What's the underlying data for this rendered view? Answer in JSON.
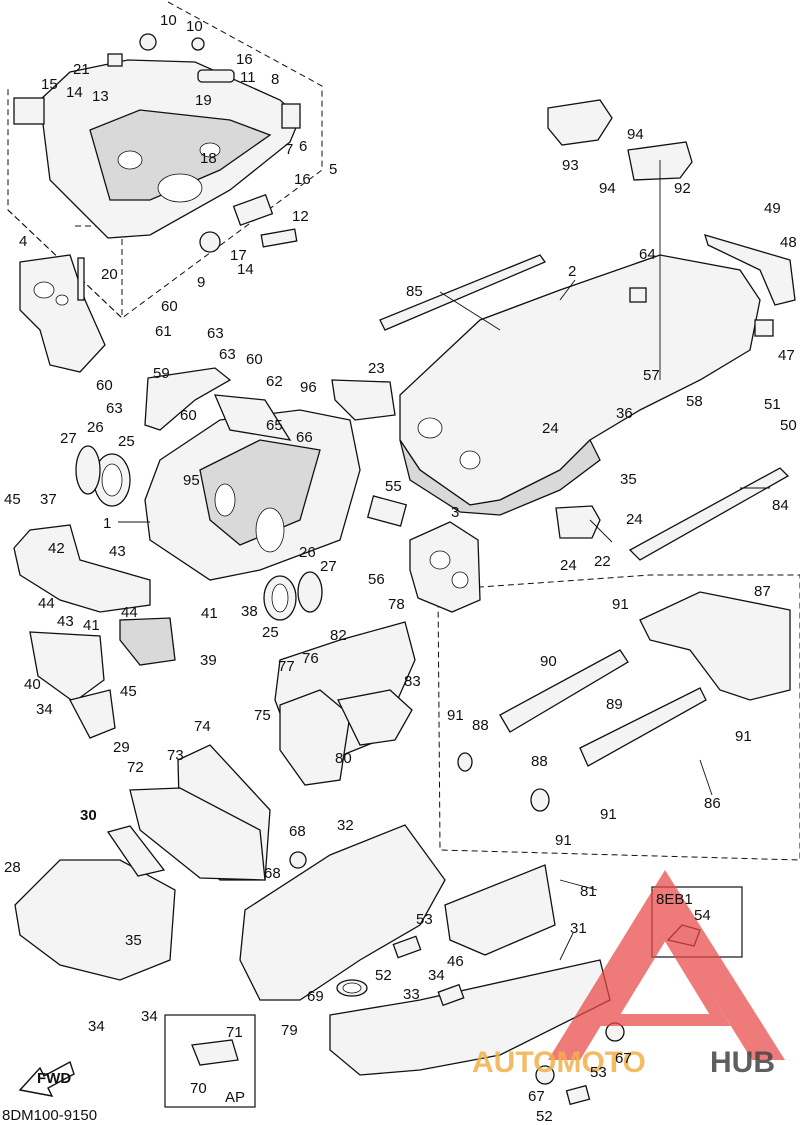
{
  "diagram": {
    "part_numbers": {
      "p1": "1",
      "p2": "2",
      "p3": "3",
      "p4": "4",
      "p5": "5",
      "p6": "6",
      "p7": "7",
      "p8": "8",
      "p9": "9",
      "p10a": "10",
      "p10b": "10",
      "p11": "11",
      "p12": "12",
      "p13": "13",
      "p14a": "14",
      "p14b": "14",
      "p15": "15",
      "p16a": "16",
      "p16b": "16",
      "p17": "17",
      "p18": "18",
      "p19": "19",
      "p20": "20",
      "p21": "21",
      "p22": "22",
      "p23": "23",
      "p24a": "24",
      "p24b": "24",
      "p24c": "24",
      "p25a": "25",
      "p25b": "25",
      "p26a": "26",
      "p26b": "26",
      "p27a": "27",
      "p27b": "27",
      "p28": "28",
      "p29": "29",
      "p30": "30",
      "p31": "31",
      "p32": "32",
      "p33": "33",
      "p34a": "34",
      "p34b": "34",
      "p34c": "34",
      "p34d": "34",
      "p35a": "35",
      "p35b": "35",
      "p36": "36",
      "p37": "37",
      "p38": "38",
      "p39": "39",
      "p40": "40",
      "p41a": "41",
      "p41b": "41",
      "p42": "42",
      "p43a": "43",
      "p43b": "43",
      "p44a": "44",
      "p44b": "44",
      "p45a": "45",
      "p45b": "45",
      "p46": "46",
      "p47": "47",
      "p48": "48",
      "p49": "49",
      "p50": "50",
      "p51": "51",
      "p52a": "52",
      "p52b": "52",
      "p53a": "53",
      "p53b": "53",
      "p54": "54",
      "p55": "55",
      "p56": "56",
      "p57": "57",
      "p58": "58",
      "p59": "59",
      "p60a": "60",
      "p60b": "60",
      "p60c": "60",
      "p60d": "60",
      "p61": "61",
      "p62": "62",
      "p63a": "63",
      "p63b": "63",
      "p63c": "63",
      "p64": "64",
      "p65": "65",
      "p66": "66",
      "p67a": "67",
      "p67b": "67",
      "p68a": "68",
      "p68b": "68",
      "p69": "69",
      "p70": "70",
      "p71": "71",
      "p72": "72",
      "p73": "73",
      "p74": "74",
      "p75": "75",
      "p76": "76",
      "p77": "77",
      "p78": "78",
      "p79": "79",
      "p80": "80",
      "p81": "81",
      "p82": "82",
      "p83": "83",
      "p84": "84",
      "p85": "85",
      "p86": "86",
      "p87": "87",
      "p88a": "88",
      "p88b": "88",
      "p89": "89",
      "p90": "90",
      "p91a": "91",
      "p91b": "91",
      "p91c": "91",
      "p91d": "91",
      "p91e": "91",
      "p92": "92",
      "p93": "93",
      "p94a": "94",
      "p94b": "94",
      "p95": "95",
      "p96": "96"
    },
    "variant_box_label": "8EB1",
    "ap_box_label": "AP",
    "fwd_label": "FWD",
    "diagram_code": "8DM100-9150",
    "watermark": {
      "brand_left": "AUTOMOTO",
      "brand_right": "HUB",
      "color_left": "#f2b14a",
      "color_right": "#444444",
      "triangle_color": "#e84848"
    }
  }
}
